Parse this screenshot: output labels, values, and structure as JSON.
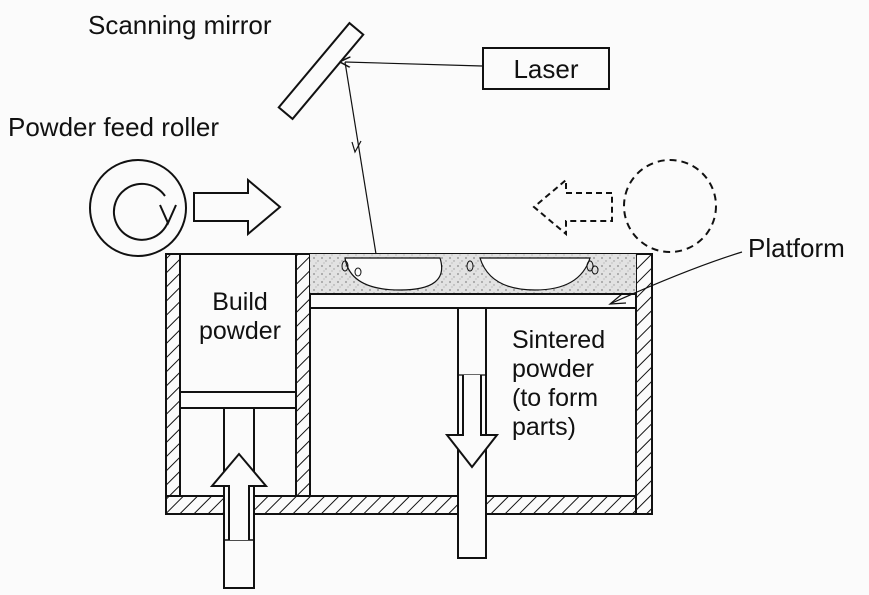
{
  "labels": {
    "scanning_mirror": "Scanning mirror",
    "laser": "Laser",
    "powder_feed_roller": "Powder feed roller",
    "platform": "Platform",
    "build_powder": [
      "Build",
      "powder"
    ],
    "sintered_powder": [
      "Sintered",
      "powder",
      "(to form",
      "parts)"
    ]
  },
  "colors": {
    "ink": "#111111",
    "background": "#fbfbfb",
    "powder": "#d8d8d8"
  }
}
